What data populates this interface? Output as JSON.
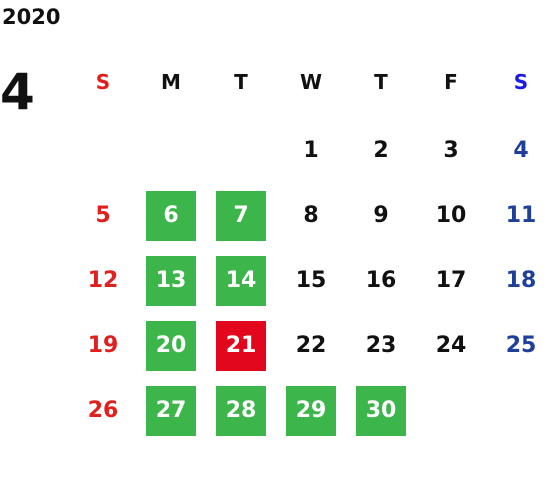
{
  "year": "2020",
  "month": "4",
  "weekdays": [
    "S",
    "M",
    "T",
    "W",
    "T",
    "F",
    "S"
  ],
  "colors": {
    "sunday": "#e0201e",
    "saturday": "#1e3f9a",
    "weekday_text": "#111111",
    "highlight_green": "#3cb54a",
    "highlight_red": "#e2071d",
    "sunday_header": "#e02020",
    "saturday_header": "#1a1ae6"
  },
  "first_weekday_index": 3,
  "days_in_month": 30,
  "highlights": {
    "green": [
      6,
      7,
      13,
      14,
      20,
      27,
      28,
      29,
      30
    ],
    "red": [
      21
    ]
  }
}
